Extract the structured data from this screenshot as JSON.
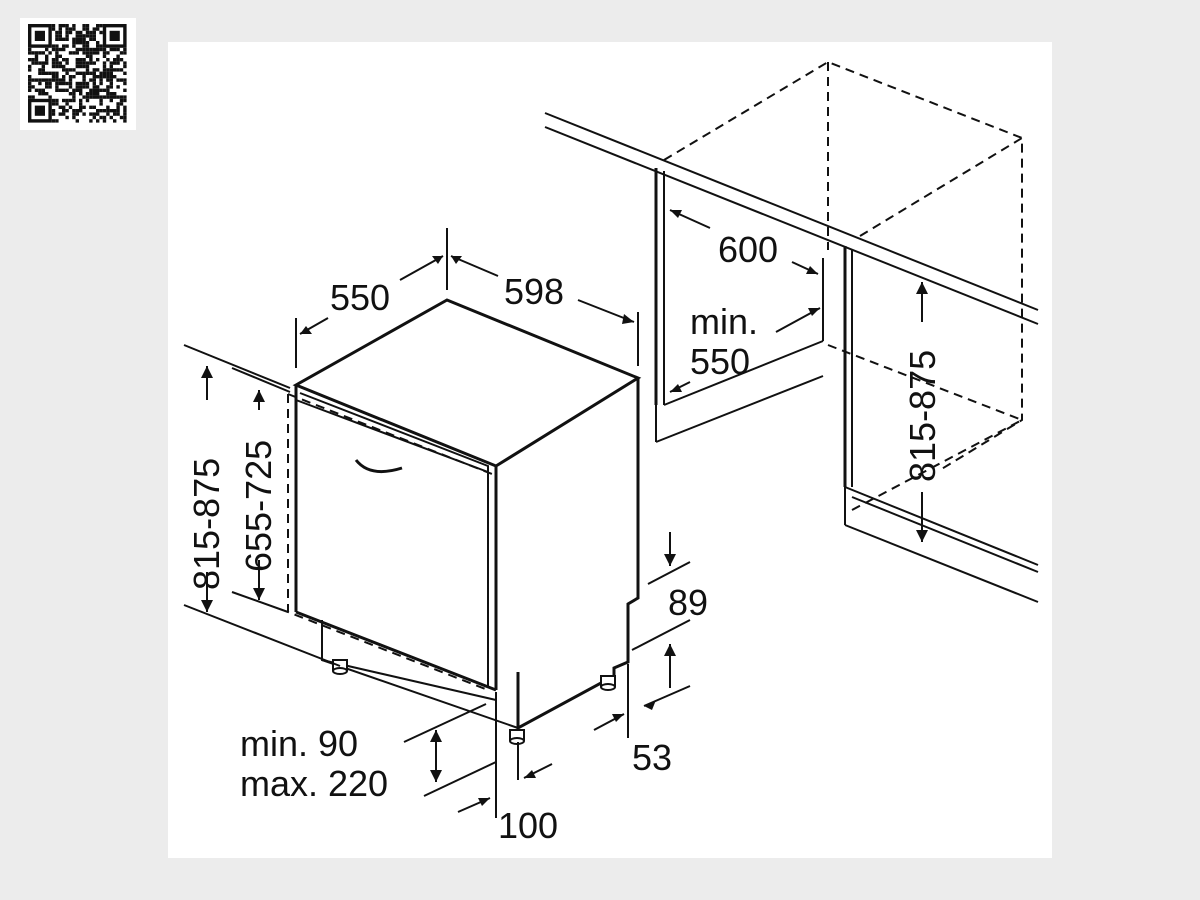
{
  "colors": {
    "page_bg": "#ececec",
    "panel_bg": "#ffffff",
    "ink": "#111111"
  },
  "icons": {
    "qr": "qr-code-icon"
  },
  "dimensions": {
    "depth": "550",
    "width": "598",
    "niche_width": "600",
    "niche_min_depth_label": "min.",
    "niche_min_depth_value": "550",
    "height_left": "815-875",
    "door_height": "655-725",
    "niche_height": "815-875",
    "plinth_89": "89",
    "plinth_53": "53",
    "foot_min": "min. 90",
    "foot_max": "max. 220",
    "foot_100": "100"
  }
}
